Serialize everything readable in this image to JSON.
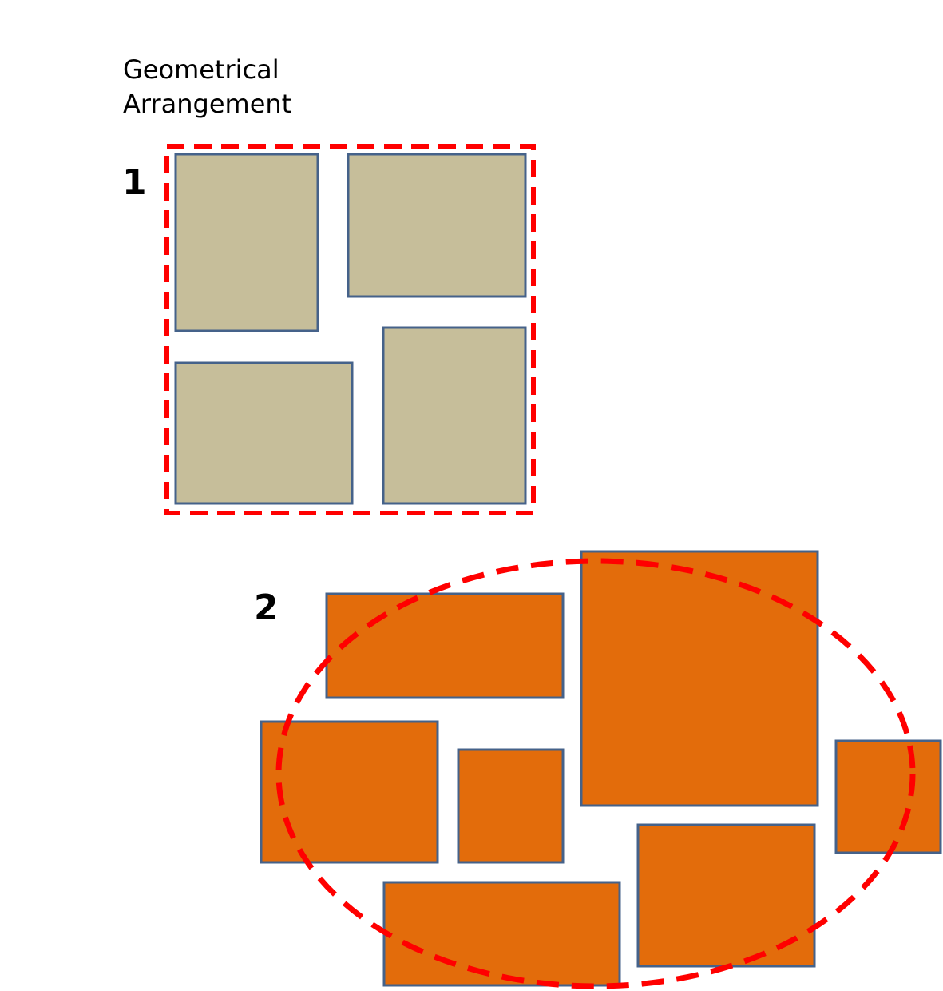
{
  "title": {
    "line1": "Geometrical",
    "line2": "Arrangement"
  },
  "groups": [
    {
      "label": "1",
      "boundary": "dashed-rectangle",
      "fill": "#c6be9a"
    },
    {
      "label": "2",
      "boundary": "dashed-ellipse",
      "fill": "#e36c0b"
    }
  ],
  "colors": {
    "boundary": "#ff0000",
    "shape_stroke": "#45628a",
    "group1_fill": "#c6be9a",
    "group2_fill": "#e36c0b"
  }
}
